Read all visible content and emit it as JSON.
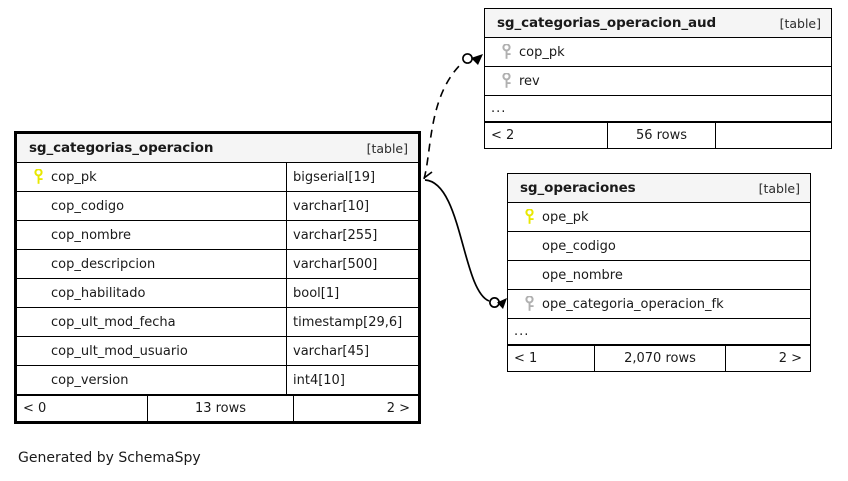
{
  "caption": "Generated by SchemaSpy",
  "colors": {
    "primary_key": "#e8e800",
    "foreign_key": "#b0b0b0",
    "header_bg": "#f5f5f5",
    "border": "#000000",
    "background": "#ffffff"
  },
  "tables": [
    {
      "id": "categorias",
      "name": "sg_categorias_operacion",
      "kind": "[table]",
      "focal": true,
      "has_type_column": true,
      "columns": [
        {
          "name": "cop_pk",
          "type": "bigserial[19]",
          "key": "primary"
        },
        {
          "name": "cop_codigo",
          "type": "varchar[10]",
          "key": "none"
        },
        {
          "name": "cop_nombre",
          "type": "varchar[255]",
          "key": "none"
        },
        {
          "name": "cop_descripcion",
          "type": "varchar[500]",
          "key": "none"
        },
        {
          "name": "cop_habilitado",
          "type": "bool[1]",
          "key": "none"
        },
        {
          "name": "cop_ult_mod_fecha",
          "type": "timestamp[29,6]",
          "key": "none"
        },
        {
          "name": "cop_ult_mod_usuario",
          "type": "varchar[45]",
          "key": "none"
        },
        {
          "name": "cop_version",
          "type": "int4[10]",
          "key": "none"
        }
      ],
      "has_ellipsis": false,
      "footer": {
        "prev": "< 0",
        "rows": "13 rows",
        "next": "2 >"
      }
    },
    {
      "id": "aud",
      "name": "sg_categorias_operacion_aud",
      "kind": "[table]",
      "focal": false,
      "has_type_column": false,
      "columns": [
        {
          "name": "cop_pk",
          "type": "",
          "key": "foreign"
        },
        {
          "name": "rev",
          "type": "",
          "key": "foreign"
        }
      ],
      "has_ellipsis": true,
      "ellipsis": "...",
      "footer": {
        "prev": "< 2",
        "rows": "56 rows",
        "next": ""
      }
    },
    {
      "id": "operaciones",
      "name": "sg_operaciones",
      "kind": "[table]",
      "focal": false,
      "has_type_column": false,
      "columns": [
        {
          "name": "ope_pk",
          "type": "",
          "key": "primary"
        },
        {
          "name": "ope_codigo",
          "type": "",
          "key": "none"
        },
        {
          "name": "ope_nombre",
          "type": "",
          "key": "none"
        },
        {
          "name": "ope_categoria_operacion_fk",
          "type": "",
          "key": "foreign"
        }
      ],
      "has_ellipsis": true,
      "ellipsis": "...",
      "footer": {
        "prev": "< 1",
        "rows": "2,070 rows",
        "next": "2 >"
      }
    }
  ],
  "relationships": [
    {
      "id": "categorias-to-aud",
      "from_table": "sg_categorias_operacion",
      "from_column": "cop_pk",
      "to_table": "sg_categorias_operacion_aud",
      "to_column": "cop_pk",
      "style": "dashed",
      "cardinality": "zero-or-more"
    },
    {
      "id": "categorias-to-operaciones",
      "from_table": "sg_categorias_operacion",
      "from_column": "cop_pk",
      "to_table": "sg_operaciones",
      "to_column": "ope_categoria_operacion_fk",
      "style": "solid",
      "cardinality": "zero-or-more"
    }
  ]
}
